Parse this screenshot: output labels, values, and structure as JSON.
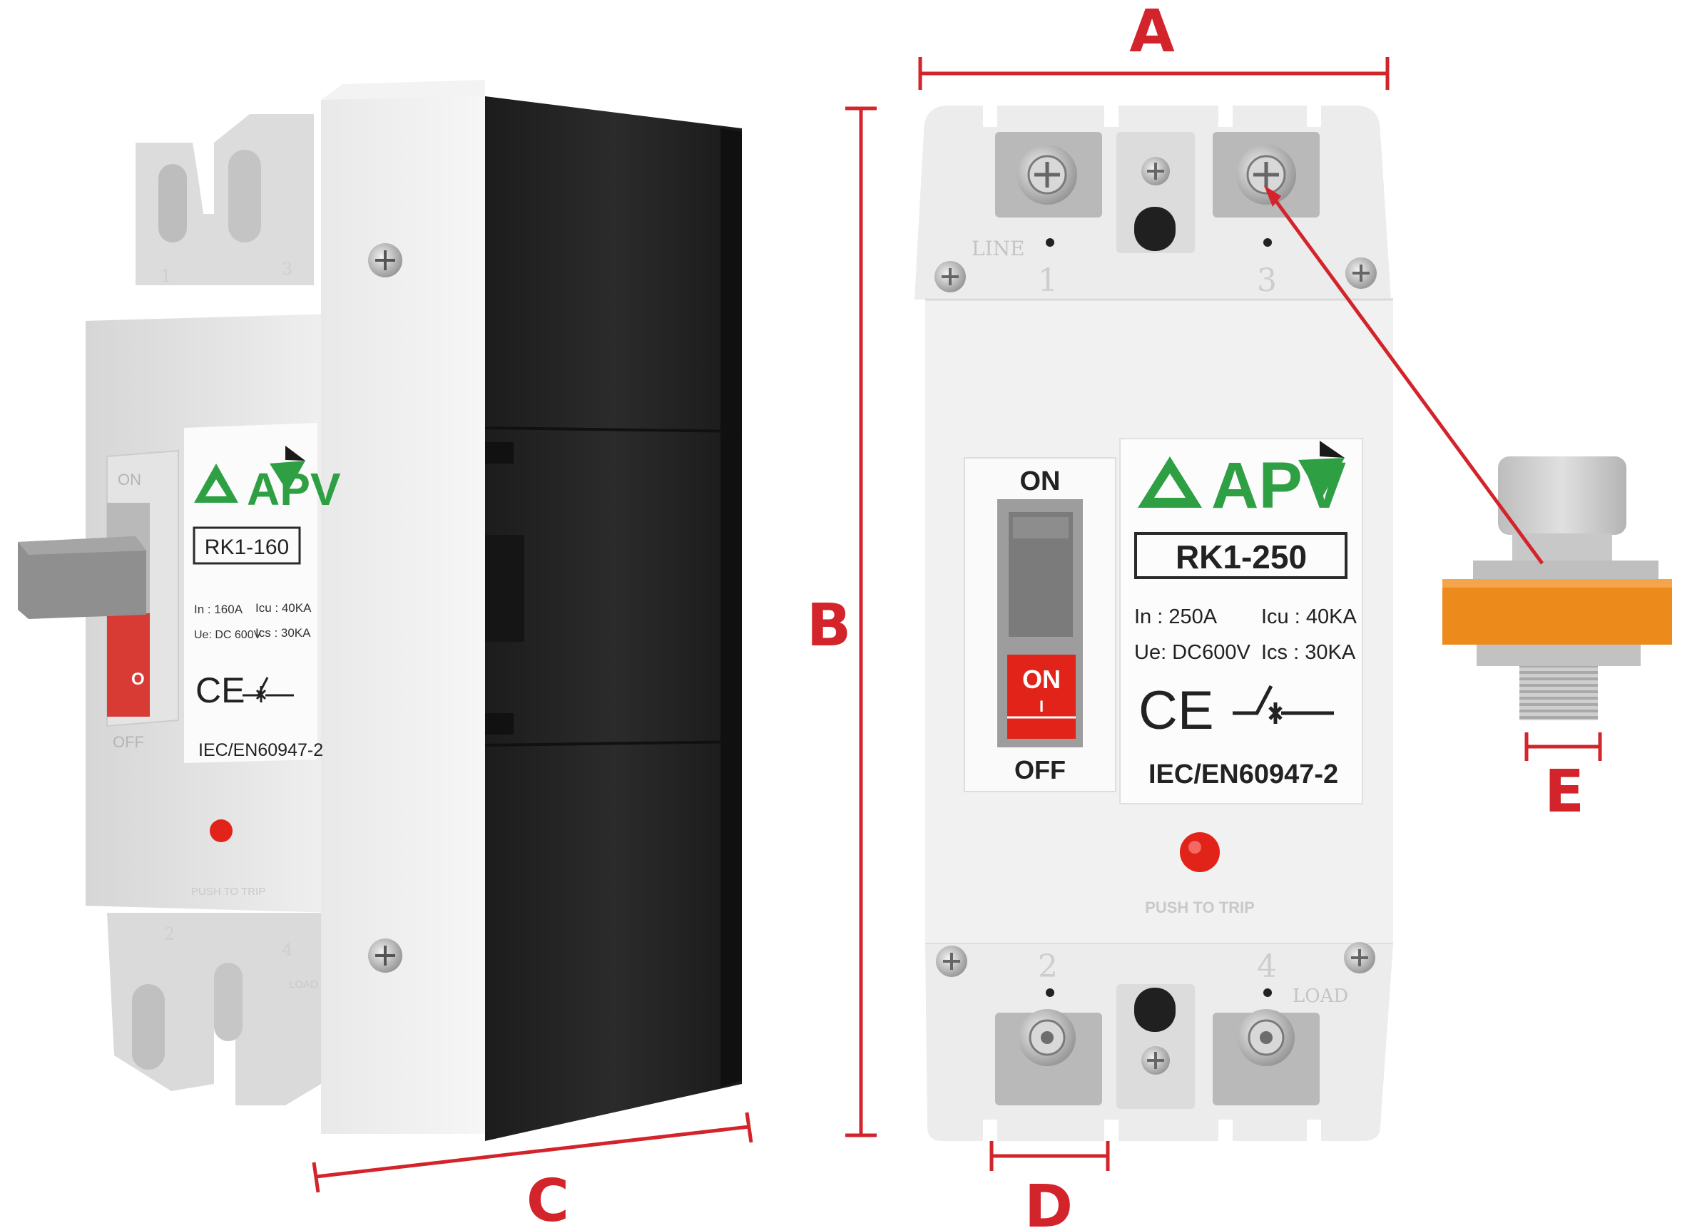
{
  "dimensions": {
    "a": "A",
    "b": "B",
    "c": "C",
    "d": "D",
    "e": "E",
    "color": "#d3242c"
  },
  "brand": {
    "logo_text": "APV",
    "logo_color": "#2ea043"
  },
  "left_breaker": {
    "model": "RK1-160",
    "in_rating": "In : 160A",
    "icu_rating": "Icu : 40KA",
    "ue_rating": "Ue: DC 600V",
    "ics_rating": "Ics : 30KA",
    "ce_mark": "CE",
    "standard": "IEC/EN60947-2",
    "switch_on": "ON",
    "switch_off": "OFF",
    "handle_mark": "O",
    "terminal_1": "1",
    "terminal_3": "3",
    "terminal_2": "2",
    "terminal_4": "4",
    "trip_label": "PUSH TO TRIP",
    "load_label": "LOAD"
  },
  "right_breaker": {
    "model": "RK1-250",
    "in_rating": "In : 250A",
    "icu_rating": "Icu : 40KA",
    "ue_rating": "Ue: DC600V",
    "ics_rating": "Ics : 30KA",
    "ce_mark": "CE",
    "standard": "IEC/EN60947-2",
    "switch_on": "ON",
    "switch_off": "OFF",
    "handle_on": "ON",
    "handle_i": "I",
    "line_label": "LINE",
    "load_label": "LOAD",
    "terminal_1": "1",
    "terminal_3": "3",
    "terminal_2": "2",
    "terminal_4": "4",
    "trip_label": "PUSH TO TRIP"
  },
  "bolt": {
    "washer_color": "#ec8a1c"
  }
}
